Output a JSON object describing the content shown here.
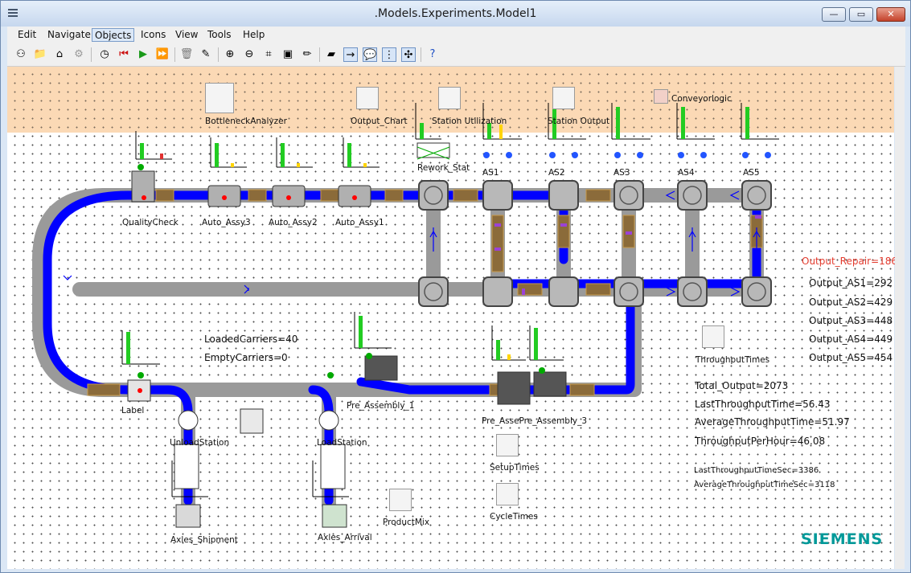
{
  "window": {
    "title": ".Models.Experiments.Model1",
    "minimize": "—",
    "maximize": "▭",
    "close": "✕"
  },
  "menu": [
    {
      "label": "Edit"
    },
    {
      "label": "Navigate"
    },
    {
      "label": "Objects",
      "active": true
    },
    {
      "label": "Icons"
    },
    {
      "label": "View"
    },
    {
      "label": "Tools"
    },
    {
      "label": "Help"
    }
  ],
  "toolbar": {
    "icons": [
      "open-model-icon",
      "open-folder-icon",
      "home-icon",
      "build-icon",
      "event-controller-icon",
      "reset-icon",
      "start-icon",
      "fast-forward-icon",
      "delete-icon",
      "clean-icon",
      "zoom-in-icon",
      "zoom-out-icon",
      "fit-icon",
      "screenshot-icon",
      "pencil-icon",
      "eraser-icon",
      "connector-icon",
      "comment-icon",
      "grid-icon",
      "network-icon",
      "help-icon"
    ]
  },
  "objects": {
    "bottleneck": "BottleneckAnalyzer",
    "output_chart": "Output_Chart",
    "station_utilization": "Station Utilization",
    "station_output": "Station Output",
    "conveyorlogic": "Conveyorlogic",
    "rework_stat": "Rework_Stat",
    "quality_check": "QualityCheck",
    "auto_assy3": "Auto_Assy3",
    "auto_assy2": "Auto_Assy2",
    "auto_assy1": "Auto_Assy1",
    "as1": "AS1",
    "as2": "AS2",
    "as3": "AS3",
    "as4": "AS4",
    "as5": "AS5",
    "label": "Label",
    "unload_station": "UnloadStation",
    "load_station": "LoadStation",
    "pre_assembly_1": "Pre_Assembly_1",
    "pre_assembly_3": "Pre_AssePre_Assembly_3",
    "axles_shipment": "Axles_Shipment",
    "axles_arrival": "Axles_Arrival",
    "product_mix": "ProductMix",
    "setup_times": "SetupTimes",
    "cycle_times": "CycleTimes",
    "throughput_times": "ThroughputTimes"
  },
  "carriers": {
    "loaded": "LoadedCarriers=40",
    "empty": "EmptyCarriers=0"
  },
  "outputs": {
    "repair": "Output_Repair=186",
    "as1": "Output_AS1=292",
    "as2": "Output_AS2=429",
    "as3": "Output_AS3=448",
    "as4": "Output_AS4=449",
    "as5": "Output_AS5=454"
  },
  "metrics": {
    "total_output": "Total_Output=2073",
    "last_throughput_time": "LastThroughputTime=56.43",
    "average_throughput_time": "AverageThroughputTime=51.97",
    "throughput_per_hour": "ThroughputPerHour=46.08",
    "last_throughput_time_sec": "LastThroughputTimeSec=3386",
    "average_throughput_time_sec": "AverageThroughputTimeSec=3118"
  },
  "brand": {
    "logo": "SIEMENS",
    "color": "#009999"
  },
  "colors": {
    "conveyor_active": "#0000ff",
    "output_repair": "#e33b2e",
    "band": "#fbd9b5"
  }
}
